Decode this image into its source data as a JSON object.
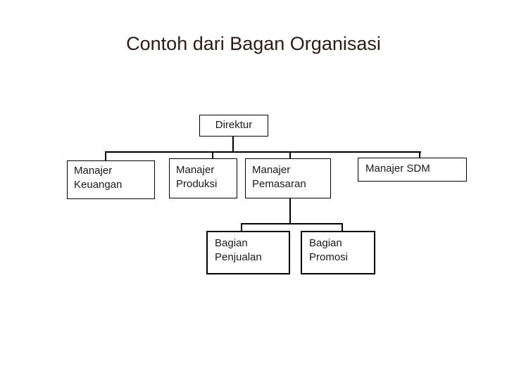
{
  "slide": {
    "title": "Contoh dari Bagan Organisasi"
  },
  "colors": {
    "background": "#ffffff",
    "title_text": "#2b1d16",
    "box_border": "#000000",
    "box_text": "#1a1a1a",
    "connector": "#000000"
  },
  "nodes": {
    "direktur": {
      "label": "Direktur"
    },
    "keuangan": {
      "label": "Manajer Keuangan"
    },
    "produksi": {
      "label": "Manajer Produksi"
    },
    "pemasaran": {
      "label": "Manajer Pemasaran"
    },
    "sdm": {
      "label": "Manajer SDM"
    },
    "penjualan": {
      "label": "Bagian Penjualan"
    },
    "promosi": {
      "label": "Bagian Promosi"
    }
  },
  "hierarchy": [
    {
      "parent": "Direktur",
      "children": [
        "Manajer Keuangan",
        "Manajer Produksi",
        "Manajer Pemasaran",
        "Manajer SDM"
      ]
    },
    {
      "parent": "Manajer Pemasaran",
      "children": [
        "Bagian Penjualan",
        "Bagian Promosi"
      ]
    }
  ]
}
